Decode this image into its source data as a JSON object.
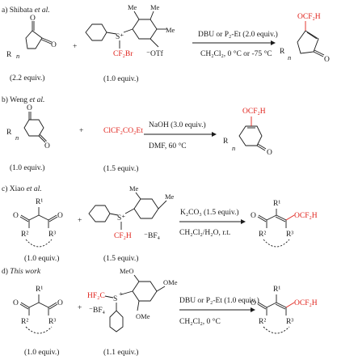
{
  "sections": {
    "a": {
      "label": "a) Shibata ",
      "author_suffix": "et al.",
      "reagent1_equiv": "(2.2 equiv.)",
      "reagent2_equiv": "(1.0 equiv.)",
      "reagent2_cf2br": "CF₂Br",
      "reagent2_otf": "⁻OTf",
      "reagent2_me1": "Me",
      "reagent2_me2": "Me",
      "reagent2_me3": "Me",
      "cond_top": "DBU or P₂-Et (2.0 equiv.)",
      "cond_bottom": "CH₂Cl₂, 0 °C or -75 °C",
      "product_group": "OCF₂H"
    },
    "b": {
      "label": "b) Weng ",
      "author_suffix": "et al.",
      "reagent1_equiv": "(1.0 equiv.)",
      "reagent2": "ClCF₂CO₂Et",
      "reagent2_equiv": "(1.5 equiv.)",
      "cond_top": "NaOH (3.0 equiv.)",
      "cond_bottom": "DMF, 60 °C",
      "product_group": "OCF₂H"
    },
    "c": {
      "label": "c) Xiao ",
      "author_suffix": "et al.",
      "reagent1_equiv": "(1.0 equiv.)",
      "reagent2_equiv": "(1.5 equiv.)",
      "reagent2_cf2h": "CF₂H",
      "reagent2_bf4": "⁻BF₄",
      "reagent2_me1": "Me",
      "reagent2_me2": "Me",
      "cond_top": "K₂CO₃ (1.5 equiv.)",
      "cond_bottom": "CH₂Cl₂/H₂O, r.t.",
      "product_group": "OCF₂H"
    },
    "d": {
      "label": "d) ",
      "author_italic": "This work",
      "reagent1_equiv": "(1.0 equiv.)",
      "reagent2_equiv": "(1.1 equiv.)",
      "reagent2_hf2c": "HF₂C",
      "reagent2_bf4": "⁻BF₄",
      "reagent2_ome1": "MeO",
      "reagent2_ome2": "OMe",
      "reagent2_ome3": "OMe",
      "cond_top": "DBU or P₂-Et (1.0 equiv.)",
      "cond_bottom": "CH₂Cl₂, 0 °C",
      "product_group": "OCF₂H"
    }
  },
  "atoms": {
    "O": "O",
    "S_plus": "S⁺",
    "S": "S",
    "plus": "+",
    "R": "R",
    "R1": "R¹",
    "R2": "R²",
    "R3": "R³",
    "n": "n"
  },
  "colors": {
    "accent": "#e0221b",
    "ink": "#1a1a1a"
  }
}
